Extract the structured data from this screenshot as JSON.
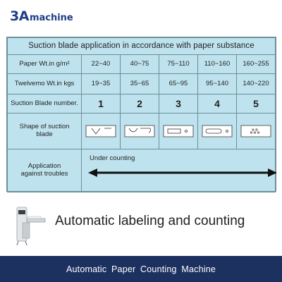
{
  "brand": {
    "mark": "3A",
    "text": "machine"
  },
  "table": {
    "title": "Suction blade application in accordance with paper substance",
    "rows": {
      "paper_weight": {
        "label": "Paper Wt.in g/m²",
        "values": [
          "22~40",
          "40~75",
          "75~110",
          "110~160",
          "160~255"
        ]
      },
      "twelvemo": {
        "label": "Twelvemo Wt.in kgs",
        "values": [
          "19~35",
          "35~65",
          "65~95",
          "95~140",
          "140~220"
        ]
      },
      "blade_number": {
        "label": "Suction Blade number.",
        "values": [
          "1",
          "2",
          "3",
          "4",
          "5"
        ]
      },
      "shape": {
        "label": "Shape of suction blade"
      },
      "application": {
        "label": "Application against troubles",
        "note": "Under counting"
      }
    }
  },
  "headline": "Automatic labeling and counting",
  "footer": "Automatic  Paper  Counting Machine",
  "colors": {
    "table_bg": "#bfe3ee",
    "footer_bg": "#1d3161",
    "brand": "#1f3e86"
  }
}
